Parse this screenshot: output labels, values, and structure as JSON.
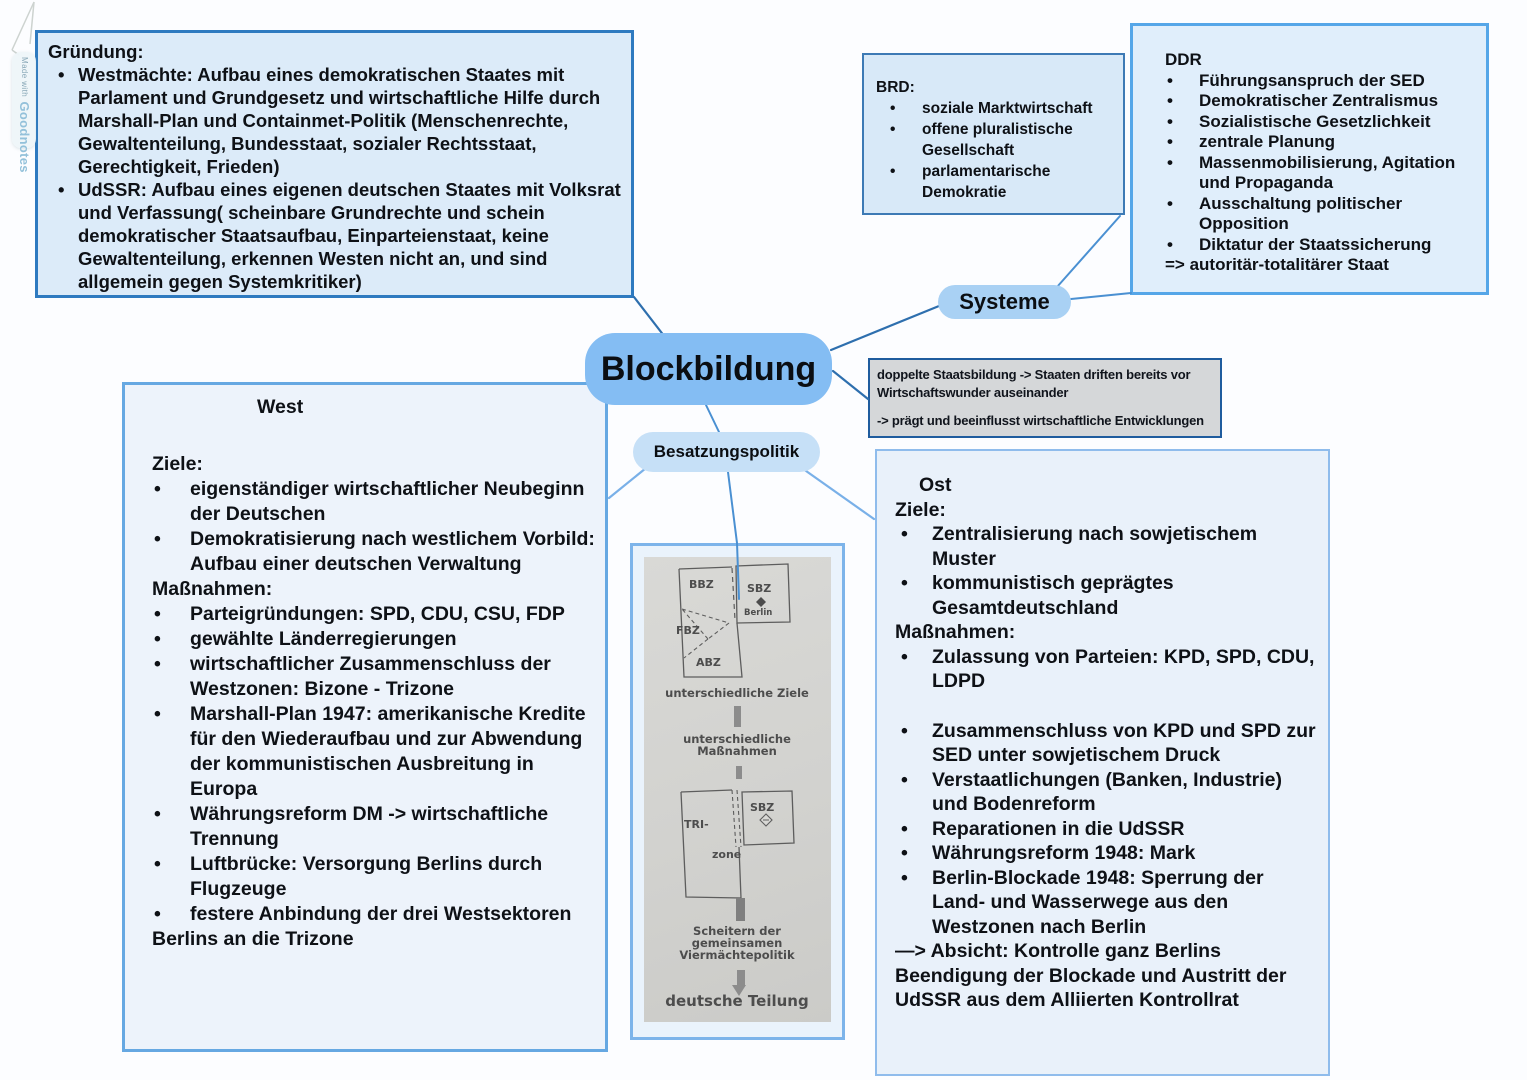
{
  "watermark": {
    "made_with": "Made with",
    "brand": "Goodnotes"
  },
  "nodes": {
    "blockbildung": "Blockbildung",
    "systeme": "Systeme",
    "besatzungspolitik": "Besatzungspolitik"
  },
  "boxes": {
    "gruendung": {
      "title": "Gründung:",
      "items": [
        "Westmächte: Aufbau eines demokratischen Staates mit Parlament und Grundgesetz und wirtschaftliche Hilfe durch Marshall-Plan und Containmet-Politik (Menschenrechte, Gewaltenteilung, Bundesstaat, sozialer Rechtsstaat, Gerechtigkeit, Frieden)",
        "UdSSR: Aufbau eines eigenen deutschen Staates mit Volksrat und Verfassung( scheinbare Grundrechte und schein demokratischer Staatsaufbau, Einparteienstaat, keine Gewaltenteilung, erkennen Westen nicht an, und sind allgemein gegen Systemkritiker)"
      ]
    },
    "brd": {
      "title": "BRD:",
      "items": [
        "soziale Marktwirtschaft",
        "offene pluralistische Gesellschaft",
        "parlamentarische Demokratie"
      ]
    },
    "ddr": {
      "title": "DDR",
      "items": [
        "Führungsanspruch der SED",
        "Demokratischer Zentralismus",
        "Sozialistische Gesetzlichkeit",
        "zentrale Planung",
        "Massenmobilisierung, Agitation und Propaganda",
        "Ausschaltung politischer Opposition",
        "Diktatur der Staatssicherung"
      ],
      "conclusion": "=> autoritär-totalitärer Staat"
    },
    "doppelte": {
      "line1": "doppelte Staatsbildung -> Staaten driften bereits vor Wirtschaftswunder auseinander",
      "line2": "-> prägt und beeinflusst wirtschaftliche Entwicklungen"
    },
    "west": {
      "title": "West",
      "ziele_label": "Ziele:",
      "ziele": [
        "eigenständiger wirtschaftlicher Neubeginn der Deutschen",
        "Demokratisierung nach westlichem Vorbild: Aufbau einer deutschen Verwaltung"
      ],
      "massnahmen_label": "Maßnahmen:",
      "massnahmen": [
        "Parteigründungen: SPD, CDU, CSU, FDP",
        "gewählte Länderregierungen",
        "wirtschaftlicher Zusammenschluss der Westzonen: Bizone - Trizone",
        "Marshall-Plan 1947: amerikanische Kredite für den Wiederaufbau und zur Abwendung der kommunistischen Ausbreitung in Europa",
        "Währungsreform DM -> wirtschaftliche Trennung",
        "Luftbrücke: Versorgung Berlins durch Flugzeuge",
        "festere Anbindung der drei Westsektoren"
      ],
      "footer": "Berlins an die Trizone"
    },
    "ost": {
      "title": "Ost",
      "ziele_label": "Ziele:",
      "ziele": [
        "Zentralisierung nach sowjetischem Muster",
        "kommunistisch geprägtes Gesamtdeutschland"
      ],
      "massnahmen_label": "Maßnahmen:",
      "massnahmen": [
        "Zulassung von Parteien: KPD, SPD, CDU, LDPD",
        "Zusammenschluss von KPD und SPD zur SED unter sowjetischem Druck",
        "Verstaatlichungen (Banken, Industrie) und Bodenreform",
        "Reparationen in die UdSSR",
        "Währungsreform 1948: Mark",
        "Berlin-Blockade 1948: Sperrung der Land- und Wasserwege aus den Westzonen nach Berlin"
      ],
      "footer1": "—> Absicht: Kontrolle ganz Berlins",
      "footer2": "Beendigung der Blockade und Austritt der UdSSR aus dem Alliierten Kontrollrat"
    }
  },
  "diagram": {
    "map1": {
      "bbz": "BBZ",
      "sbz": "SBZ",
      "berlin": "Berlin",
      "fbz": "FBZ",
      "abz": "ABZ"
    },
    "caption1": "unterschiedliche Ziele",
    "caption2": "unterschiedliche Maßnahmen",
    "map2": {
      "tri": "TRI-",
      "zone": "zone",
      "sbz": "SBZ"
    },
    "caption3": "Scheitern der gemeinsamen Viermächtepolitik",
    "caption4": "deutsche Teilung"
  },
  "colors": {
    "node_fill": "#84bdf3",
    "box_fill": "#dcebf9",
    "box_border": "#2e7ac0",
    "connector": "#4a90d2",
    "gray_box_fill": "#d5d7d9"
  }
}
